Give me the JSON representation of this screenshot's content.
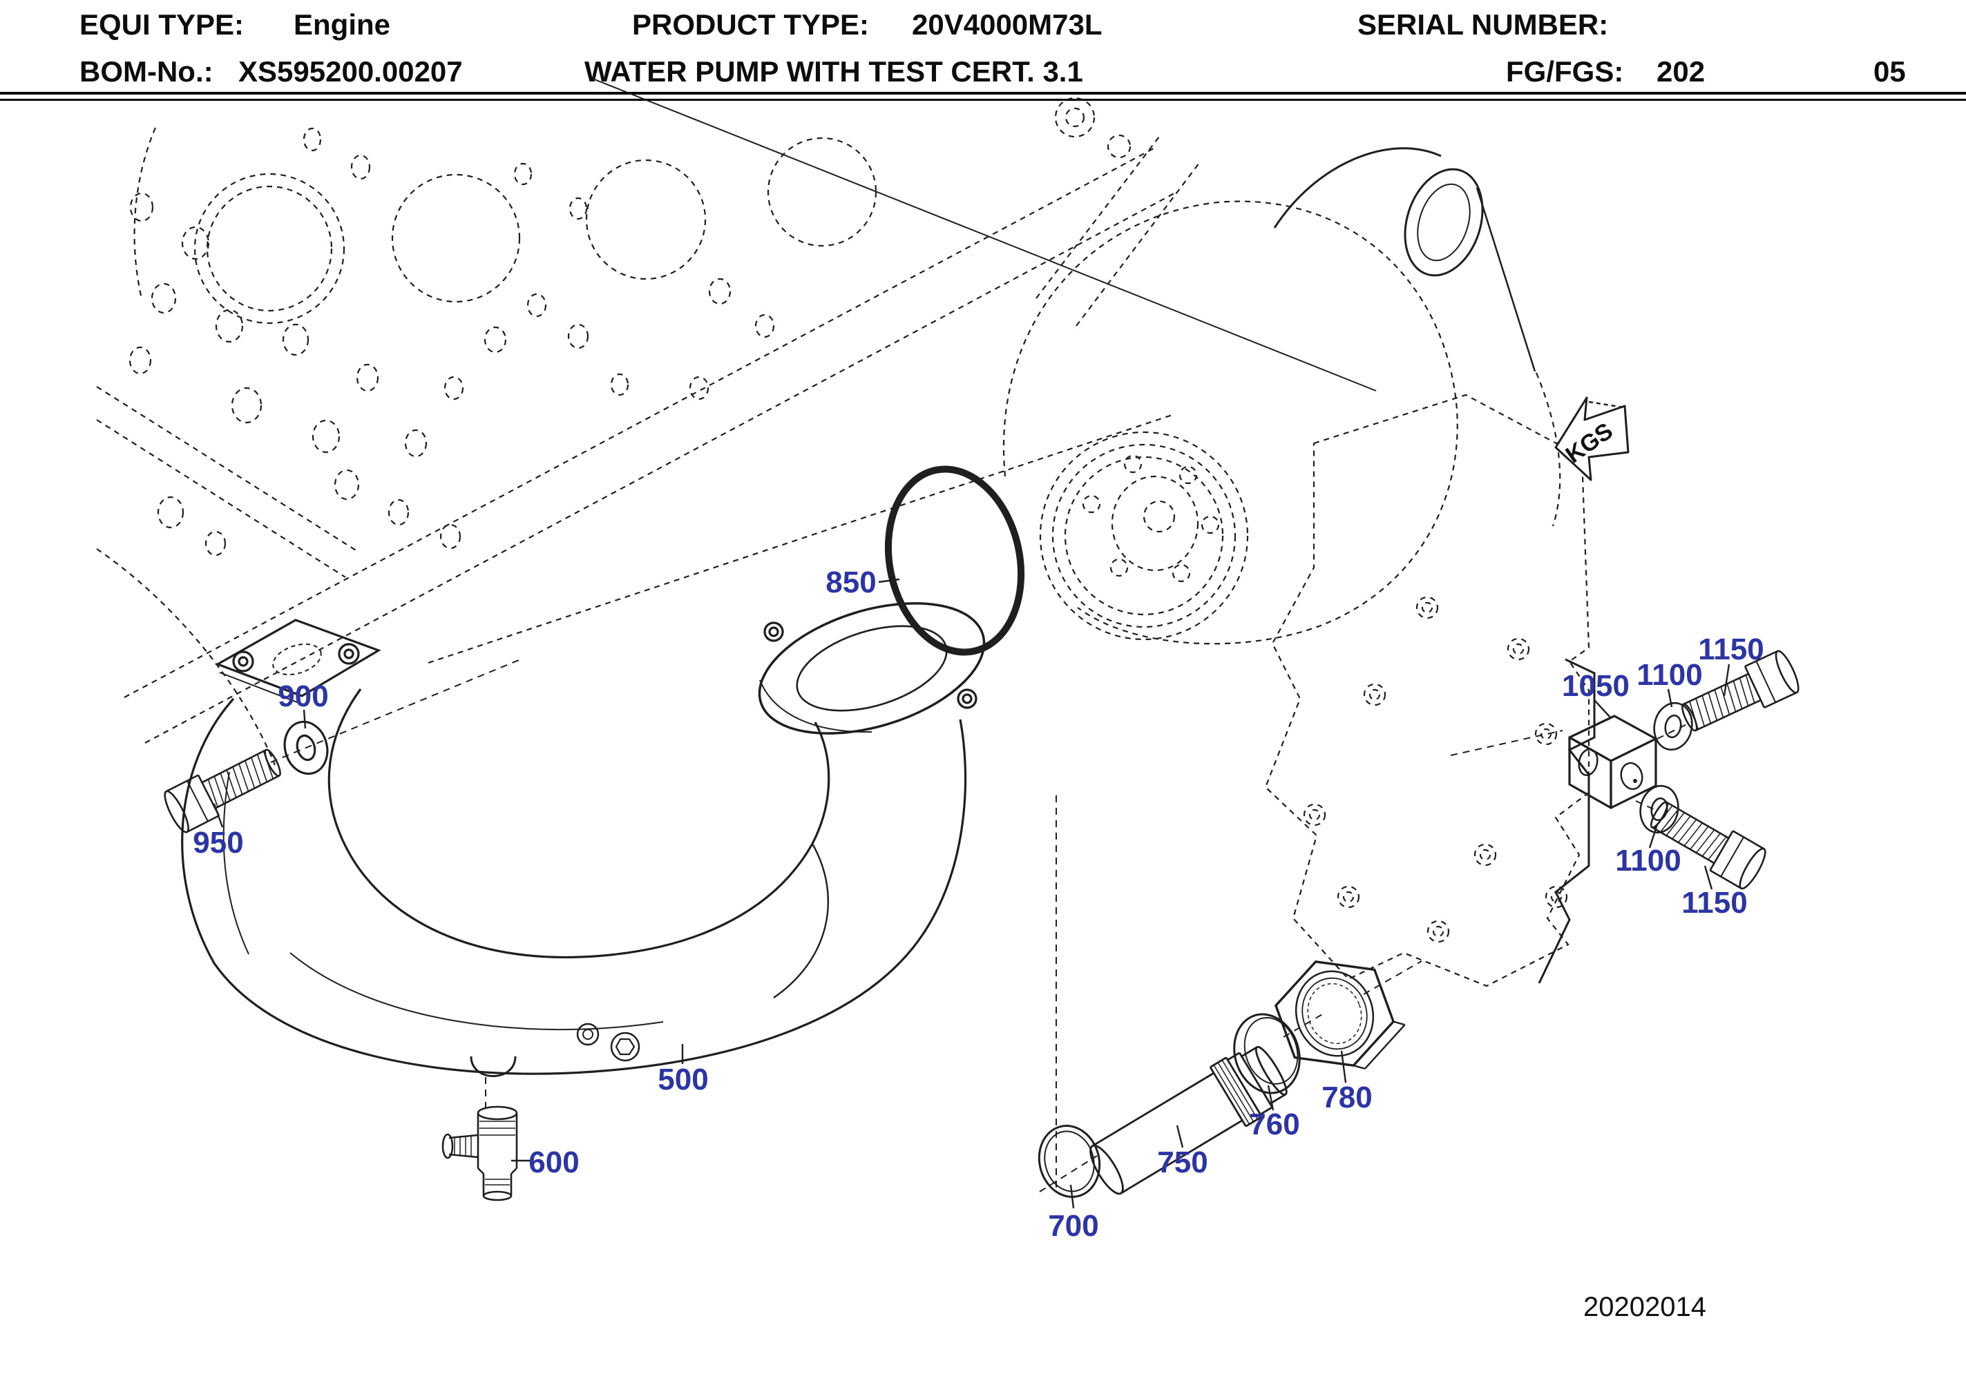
{
  "header": {
    "equi_label": "EQUI TYPE:",
    "equi_value": "Engine",
    "product_label": "PRODUCT TYPE:",
    "product_value": "20V4000M73L",
    "serial_label": "SERIAL NUMBER:",
    "bom_label": "BOM-No.:",
    "bom_value": "XS595200.00207",
    "description": "WATER PUMP WITH TEST CERT. 3.1",
    "fg_label": "FG/FGS:",
    "fg_value": "202",
    "page": "05"
  },
  "diagram": {
    "kgs_flag": "KGS",
    "footer_code": "20202014",
    "callouts": [
      {
        "part": "850"
      },
      {
        "part": "900"
      },
      {
        "part": "950"
      },
      {
        "part": "500"
      },
      {
        "part": "600"
      },
      {
        "part": "700"
      },
      {
        "part": "750"
      },
      {
        "part": "760"
      },
      {
        "part": "780"
      },
      {
        "part": "1050"
      },
      {
        "part": "1100"
      },
      {
        "part": "1150"
      },
      {
        "part": "1100"
      },
      {
        "part": "1150"
      }
    ],
    "colors": {
      "callout": "#2c35a3",
      "line": "#1f1f1f"
    }
  }
}
